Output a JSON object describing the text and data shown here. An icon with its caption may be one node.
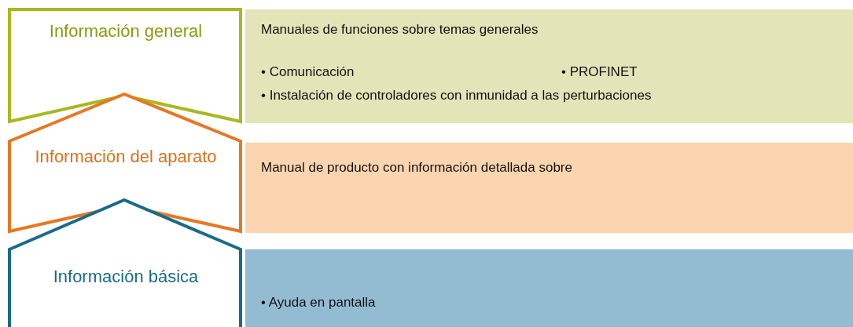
{
  "diagram": {
    "nodes": [
      {
        "text": [
          "Información general"
        ]
      },
      {
        "text": [
          "Manuales de funciones sobre temas generales",
          "• Comunicación",
          "• PROFINET",
          "• Instalación de controladores con inmunidad a las perturbaciones"
        ]
      },
      {
        "text": [
          "Información del aparato"
        ]
      },
      {
        "text": [
          "Manual de producto con información detallada sobre"
        ]
      },
      {
        "text": [
          "Información básica"
        ]
      },
      {
        "text": [
          "• Ayuda en pantalla"
        ]
      }
    ]
  }
}
